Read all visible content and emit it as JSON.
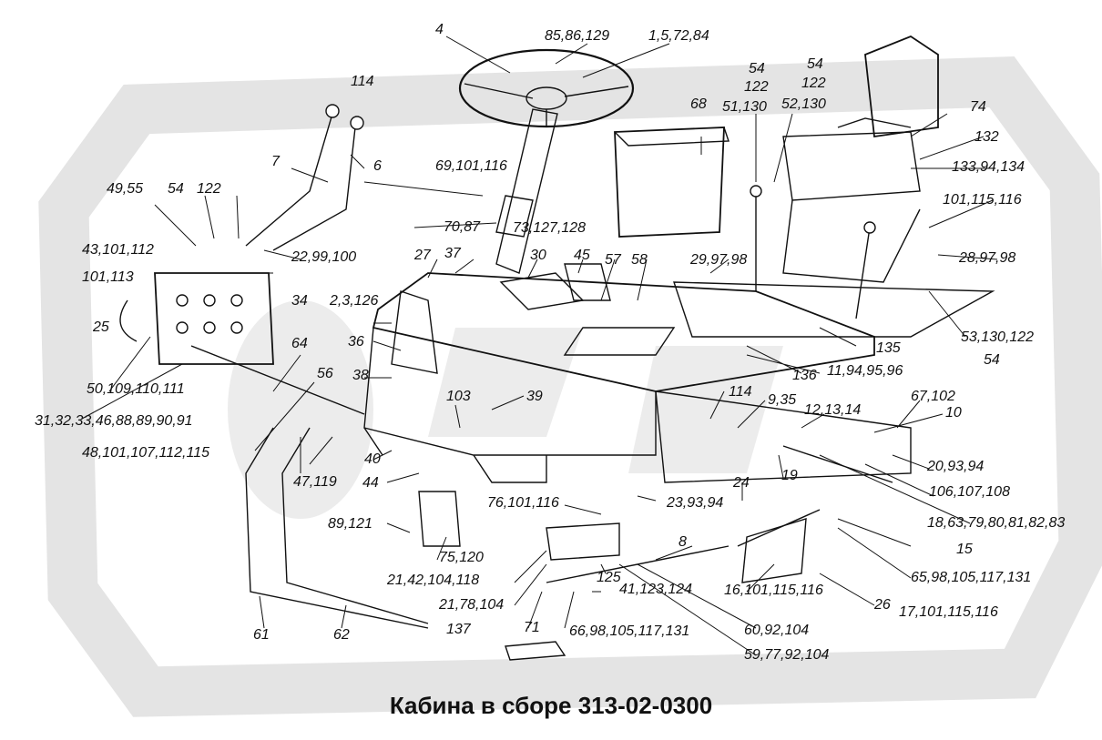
{
  "title": "Кабина в сборе 313-02-0300",
  "colors": {
    "ink": "#111111",
    "watermark": "#e6e6e6",
    "paper": "#ffffff"
  },
  "callouts": [
    "4",
    "85,86,129",
    "1,5,72,84",
    "54",
    "122",
    "51,130",
    "54",
    "122",
    "52,130",
    "68",
    "74",
    "132",
    "133,94,134",
    "114",
    "7",
    "6",
    "69,101,116",
    "49,55",
    "54",
    "122",
    "101,115,116",
    "73,127,128",
    "70,87",
    "43,101,112",
    "22,99,100",
    "27",
    "37",
    "30",
    "45",
    "57",
    "58",
    "29,97,98",
    "28,97,98",
    "101,113",
    "34",
    "2,3,126",
    "25",
    "36",
    "64",
    "53,130,122",
    "54",
    "135",
    "38",
    "56",
    "136",
    "11,94,95,96",
    "50,109,110,111",
    "103",
    "39",
    "114",
    "9,35",
    "67,102",
    "31,32,33,46,88,89,90,91",
    "12,13,14",
    "10",
    "48,101,107,112,115",
    "40",
    "20,93,94",
    "47,119",
    "44",
    "19",
    "106,107,108",
    "76,101,116",
    "24",
    "23,93,94",
    "18,63,79,80,81,82,83",
    "89,121",
    "8",
    "15",
    "75,120",
    "21,42,104,118",
    "125",
    "65,98,105,117,131",
    "21,78,104",
    "16,101,115,116",
    "26",
    "41,123,124",
    "17,101,115,116",
    "61",
    "62",
    "71",
    "66,98,105,117,131",
    "60,92,104",
    "137",
    "59,77,92,104"
  ]
}
